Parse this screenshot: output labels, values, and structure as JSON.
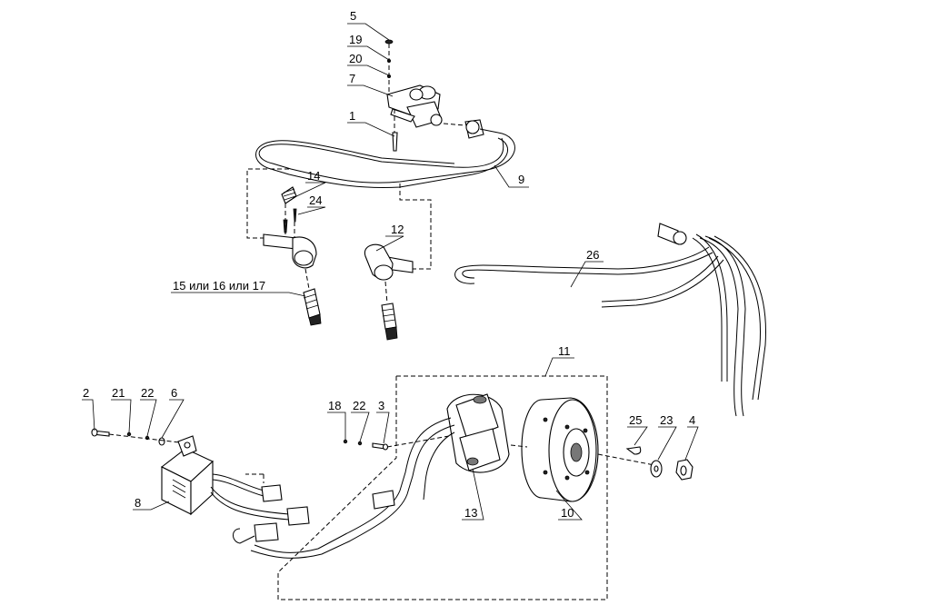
{
  "diagram": {
    "callouts": [
      {
        "id": "c5",
        "label": "5"
      },
      {
        "id": "c19",
        "label": "19"
      },
      {
        "id": "c20",
        "label": "20"
      },
      {
        "id": "c7",
        "label": "7"
      },
      {
        "id": "c1",
        "label": "1"
      },
      {
        "id": "c9",
        "label": "9"
      },
      {
        "id": "c14",
        "label": "14"
      },
      {
        "id": "c24",
        "label": "24"
      },
      {
        "id": "c12",
        "label": "12"
      },
      {
        "id": "c15",
        "label": "15 или 16 или 17"
      },
      {
        "id": "c26",
        "label": "26"
      },
      {
        "id": "c11",
        "label": "11"
      },
      {
        "id": "c2",
        "label": "2"
      },
      {
        "id": "c21",
        "label": "21"
      },
      {
        "id": "c22a",
        "label": "22"
      },
      {
        "id": "c6",
        "label": "6"
      },
      {
        "id": "c18",
        "label": "18"
      },
      {
        "id": "c22b",
        "label": "22"
      },
      {
        "id": "c3",
        "label": "3"
      },
      {
        "id": "c25",
        "label": "25"
      },
      {
        "id": "c23",
        "label": "23"
      },
      {
        "id": "c4",
        "label": "4"
      },
      {
        "id": "c8",
        "label": "8"
      },
      {
        "id": "c13",
        "label": "13"
      },
      {
        "id": "c10",
        "label": "10"
      }
    ]
  }
}
